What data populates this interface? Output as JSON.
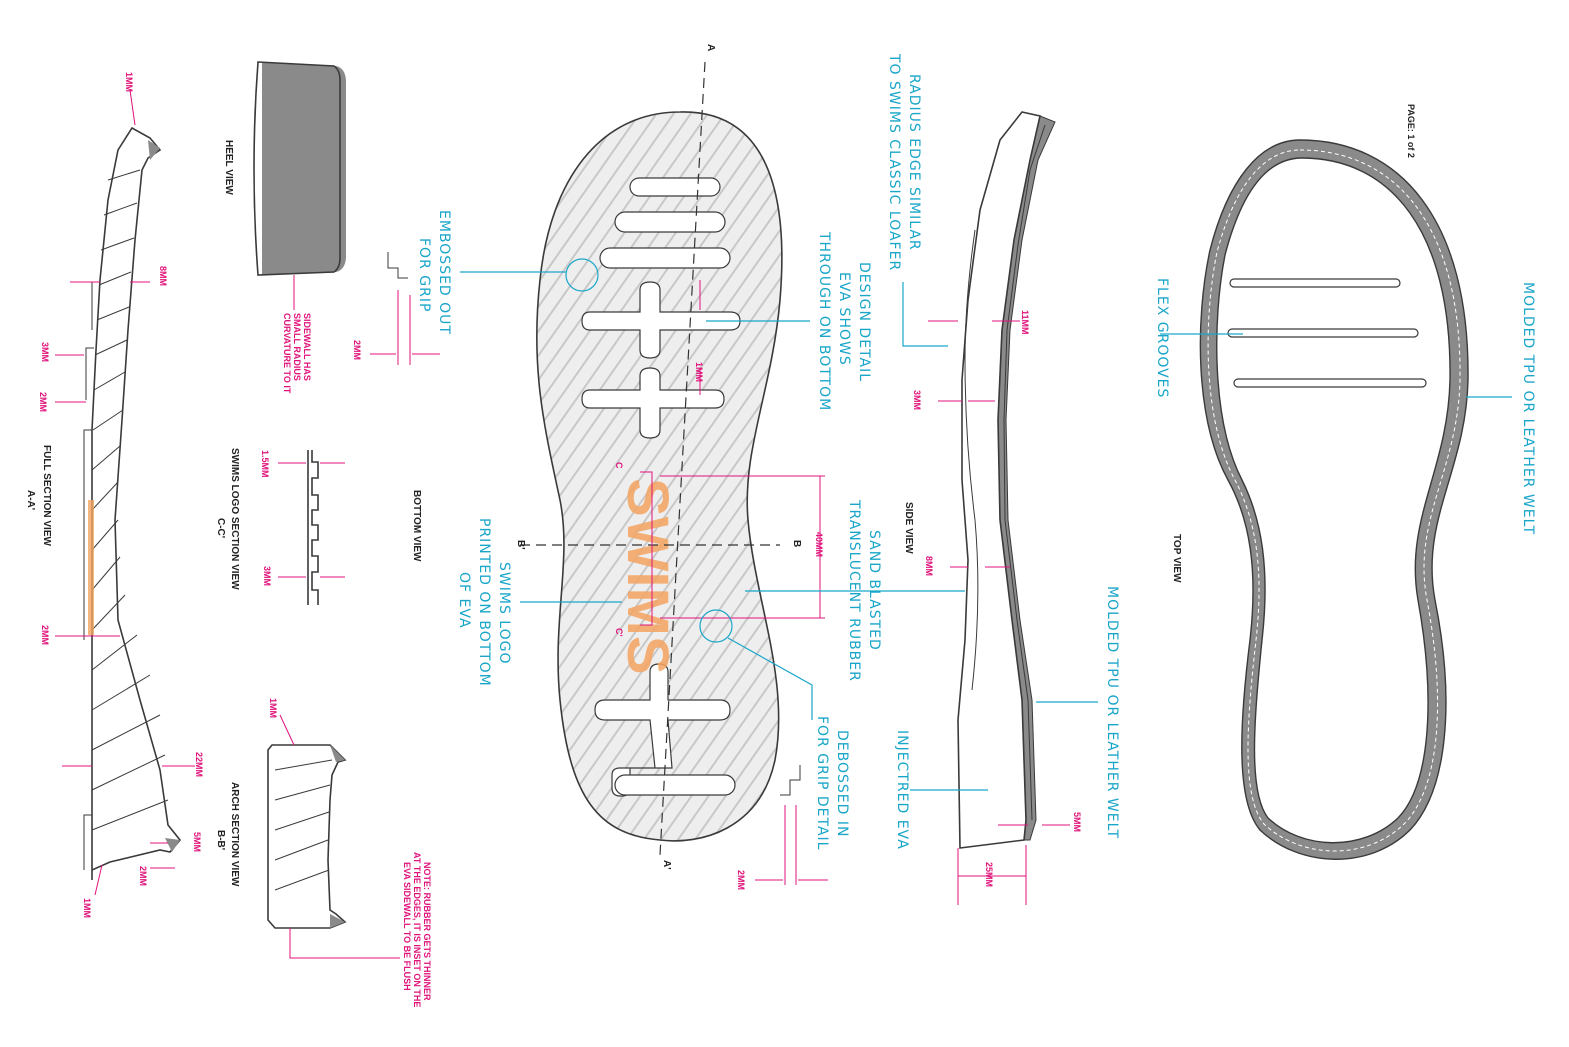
{
  "page": {
    "label": "PAGE: 1 of 2"
  },
  "colors": {
    "dimension": "#e0137b",
    "callout": "#1aa6c9",
    "logo": "#f4a460",
    "outline": "#3a3a3a",
    "rubber": "#8a8a8a"
  },
  "views": {
    "full_section": {
      "title": "FULL SECTION VIEW",
      "subtitle": "A-A'"
    },
    "heel": {
      "title": "HEEL VIEW"
    },
    "logo_section": {
      "title": "SWIMS LOGO SECTION VIEW",
      "subtitle": "C-C'"
    },
    "arch_section": {
      "title": "ARCH SECTION VIEW",
      "subtitle": "B-B'"
    },
    "bottom": {
      "title": "BOTTOM VIEW"
    },
    "side": {
      "title": "SIDE VIEW"
    },
    "top": {
      "title": "TOP VIEW"
    }
  },
  "section_marks": {
    "a": "A",
    "a_prime": "A'",
    "b": "B",
    "b_prime": "B'",
    "c": "C",
    "c_prime": "C'"
  },
  "logo_text": "SWIMS",
  "dimensions": {
    "full_1mm_top": "1MM",
    "full_8mm": "8MM",
    "full_3mm": "3MM",
    "full_2mm_a": "2MM",
    "full_2mm_b": "2MM",
    "full_22mm": "22MM",
    "full_5mm": "5MM",
    "full_2mm_c": "2MM",
    "full_1mm_bottom": "1MM",
    "logo_1_5mm": "1.5MM",
    "logo_3mm": "3MM",
    "arch_1mm": "1MM",
    "emboss_2mm": "2MM",
    "bottom_1mm": "1MM",
    "bottom_40mm": "40MM",
    "deboss_2mm": "2MM",
    "side_11mm": "11MM",
    "side_3mm": "3MM",
    "side_8mm": "8MM",
    "side_5mm": "5MM",
    "side_25mm": "25MM"
  },
  "notes": {
    "heel_sidewall": [
      "SIDEWALL HAS",
      "SMALL RADIUS",
      "CURVATURE TO IT"
    ],
    "rubber": [
      "NOTE: RUBBER GETS THINNER",
      "AT THE EDGES, IT IS INSET ON THE",
      "EVA SIDEWALL TO BE FLUSH"
    ]
  },
  "callouts": {
    "embossed": [
      "EMBOSSED OUT",
      "FOR GRIP"
    ],
    "design_detail": [
      "DESIGN DETAIL",
      "EVA SHOWS",
      "THROUGH ON BOTTOM"
    ],
    "swims_logo": [
      "SWIMS LOGO",
      "PRINTED ON BOTTOM",
      "OF EVA"
    ],
    "sand_blasted": [
      "SAND BLASTED",
      "TRANSLUCENT RUBBER"
    ],
    "debossed": [
      "DEBOSSED IN",
      "FOR GRIP DETAIL"
    ],
    "radius_edge": [
      "RADIUS EDGE SIMILAR",
      "TO SWIMS CLASSIC LOAFER"
    ],
    "injected_eva": [
      "INJECTRED EVA"
    ],
    "welt_side": [
      "MOLDED TPU OR LEATHER WELT"
    ],
    "flex_grooves": [
      "FLEX GROOVES"
    ],
    "welt_top": [
      "MOLDED TPU OR LEATHER WELT"
    ]
  }
}
